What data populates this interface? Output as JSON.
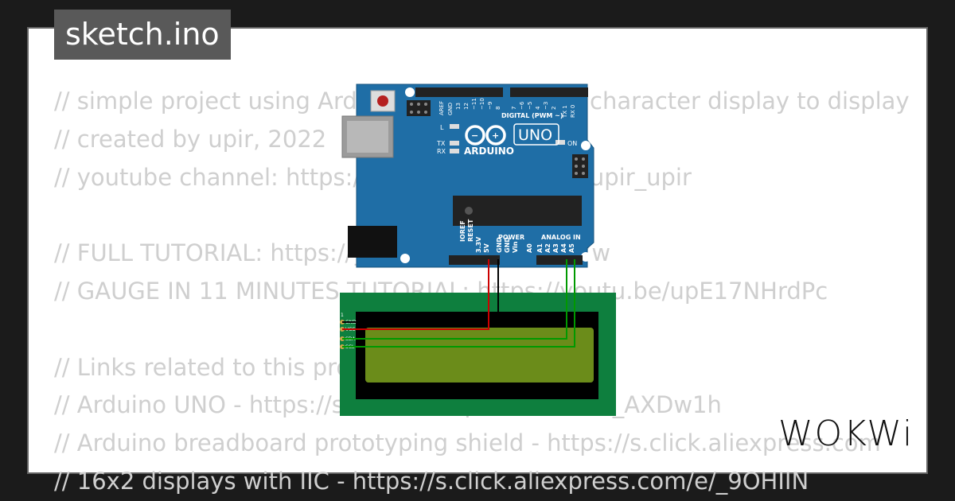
{
  "tab": {
    "filename": "sketch.ino"
  },
  "code_lines": [
    "// simple project using Arduino UNO and 16x2 character display to display",
    "// created by upir, 2022",
    "// youtube channel: https://www.youtube.com/upir_upir",
    "",
    "// FULL TUTORIAL: https://youtu.be/Q58_3_0bYw",
    "// GAUGE IN 11 MINUTES TUTORIAL: https://youtu.be/upE17NHrdPc",
    "",
    "// Links related to this project:",
    "// Arduino UNO - https://s.click.aliexpress.com/e/_AXDw1h",
    "// Arduino breadboard prototyping shield - https://s.click.aliexpress.com",
    "// 16x2 displays with IIC - https://s.click.aliexpress.com/e/_9OHIIN"
  ],
  "arduino": {
    "aref": "AREF",
    "gnd": "GND",
    "digital_pins": [
      "13",
      "12",
      "~11",
      "~10",
      "~9",
      "8",
      "7",
      "~6",
      "~5",
      "4",
      "~3",
      "2",
      "TX 1",
      "RX 0"
    ],
    "digital_label": "DIGITAL (PWM ~)",
    "led_l": "L",
    "led_tx": "TX",
    "led_rx": "RX",
    "logo": "ARDUINO",
    "model": "UNO",
    "on_label": "ON",
    "power_pins": [
      "IOREF",
      "RESET",
      "3.3V",
      "5V",
      "GND",
      "GND",
      "Vin"
    ],
    "power_label": "POWER",
    "analog_pins": [
      "A0",
      "A1",
      "A2",
      "A3",
      "A4",
      "A5"
    ],
    "analog_label": "ANALOG IN"
  },
  "lcd": {
    "pin1": "1",
    "pins": [
      "GND",
      "VCC",
      "SDA",
      "SCL"
    ]
  },
  "brand": "WOKWi",
  "colors": {
    "board": "#1f6ea6",
    "pcb": "#0e7f3e",
    "lcd_screen": "#6b8c1a",
    "wire_red": "#cc0000",
    "wire_green": "#009900"
  }
}
